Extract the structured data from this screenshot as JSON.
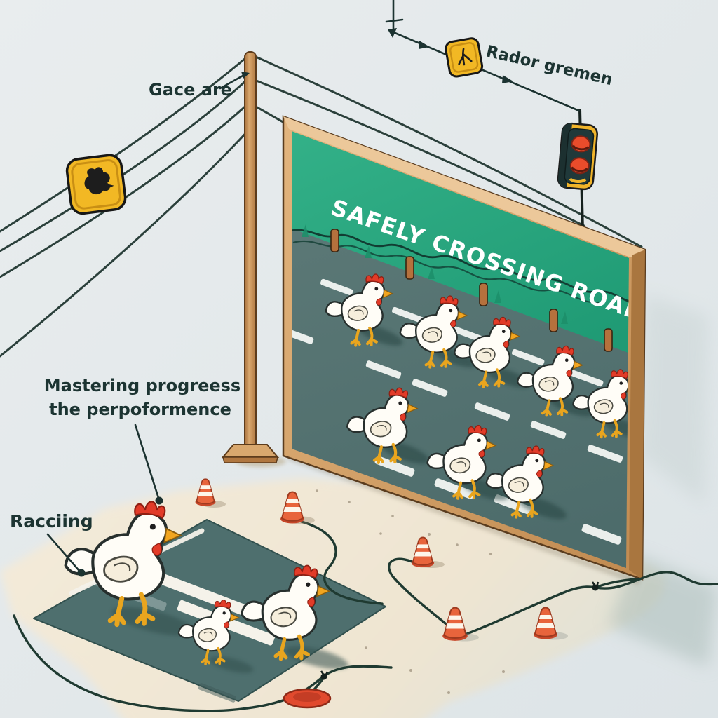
{
  "billboard": {
    "title": "SAFELY CROSSING ROAD"
  },
  "annotations": {
    "pole_label": "Gace are",
    "warning_sign_label": "Rador gremen",
    "progress_label_line1": "Mastering progreess",
    "progress_label_line2": "the perpoformence",
    "road_label": "Racciing"
  },
  "icons": {
    "left_wire_sign": "chicken-silhouette-crossing-sign",
    "top_wire_sign": "bird-footprint-warning-sign",
    "traffic_light": "traffic-light-two-red-lamps"
  },
  "colors": {
    "sky": "#e7ebed",
    "ground": "#f2e9d8",
    "billboard_green": "#23a47c",
    "road_teal": "#52706e",
    "frame_tan": "#cf9a61",
    "pole_tan": "#c89058",
    "sign_yellow": "#f2b824",
    "traffic_light_red": "#ea4c2b",
    "cone_orange": "#e8643c",
    "chicken_comb_red": "#e23b28",
    "chicken_body": "#fffdf7",
    "label_text": "#1c3432",
    "title_text": "#ffffff"
  }
}
